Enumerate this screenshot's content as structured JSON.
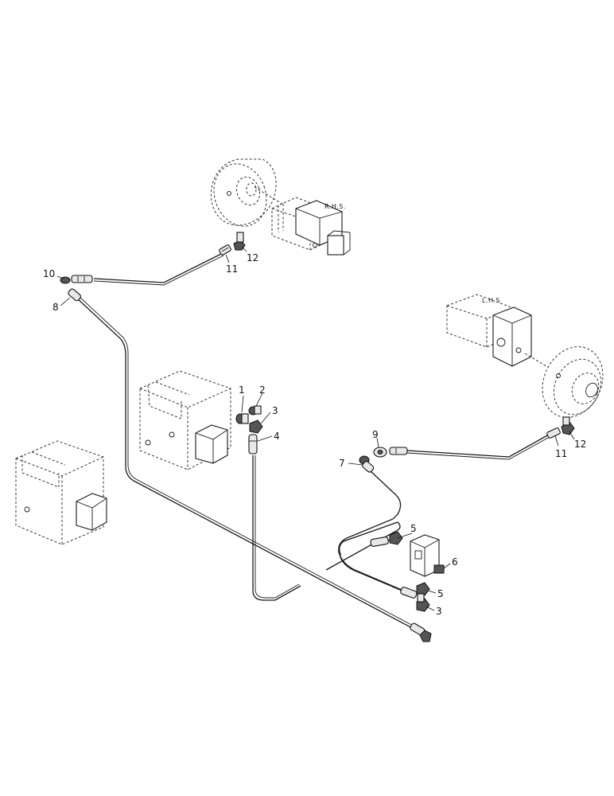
{
  "side_labels": {
    "rhs": "R.H.S.",
    "lhs": "L.H.S"
  },
  "callouts": {
    "c1": "1",
    "c2": "2",
    "c3a": "3",
    "c3b": "3",
    "c4": "4",
    "c5a": "5",
    "c5b": "5",
    "c6": "6",
    "c7": "7",
    "c8": "8",
    "c9": "9",
    "c10": "10",
    "c11a": "11",
    "c11b": "11",
    "c12a": "12",
    "c12b": "12"
  }
}
